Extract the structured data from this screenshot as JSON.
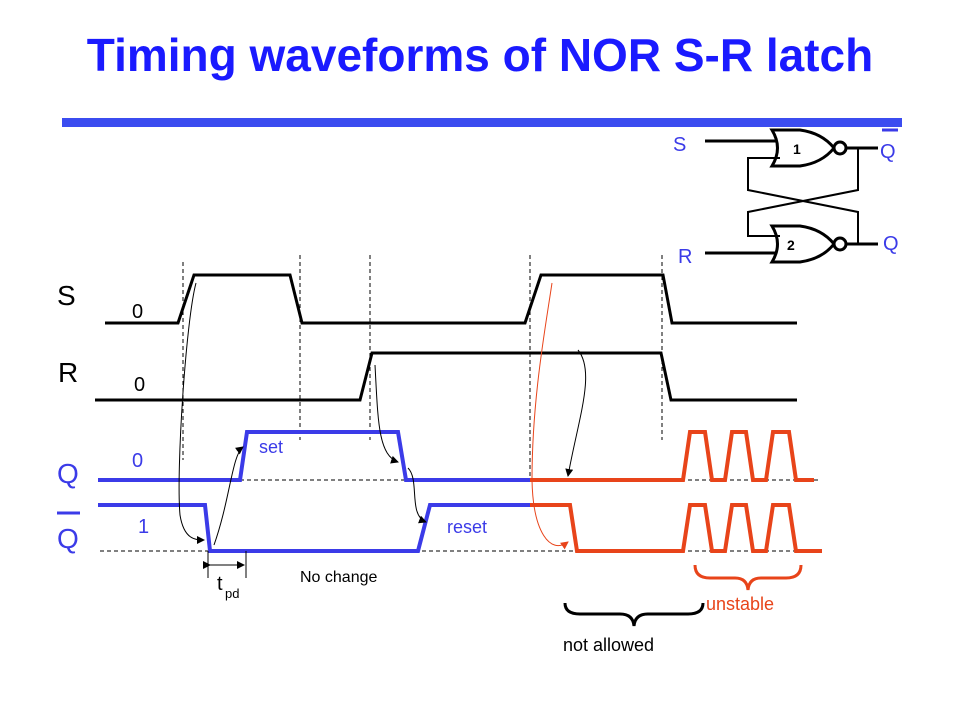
{
  "title": "Timing waveforms of NOR S-R latch",
  "colors": {
    "title": "#1a1aff",
    "rule": "#3b4cf0",
    "wave_black": "#000000",
    "wave_blue": "#3b3be8",
    "wave_red": "#e8441a",
    "guide": "#000000"
  },
  "signals": {
    "s": "S",
    "r": "R",
    "q": "Q",
    "qbar": "Q"
  },
  "initial_values": {
    "s": "0",
    "r": "0",
    "q": "0",
    "qbar": "1"
  },
  "annotations": {
    "set": "set",
    "reset": "reset",
    "no_change": "No change",
    "tpd_main": "t",
    "tpd_sub": "pd",
    "not_allowed": "not allowed",
    "unstable": "unstable"
  },
  "circuit": {
    "s": "S",
    "r": "R",
    "qbar": "Q",
    "q": "Q",
    "gate1": "1",
    "gate2": "2"
  }
}
